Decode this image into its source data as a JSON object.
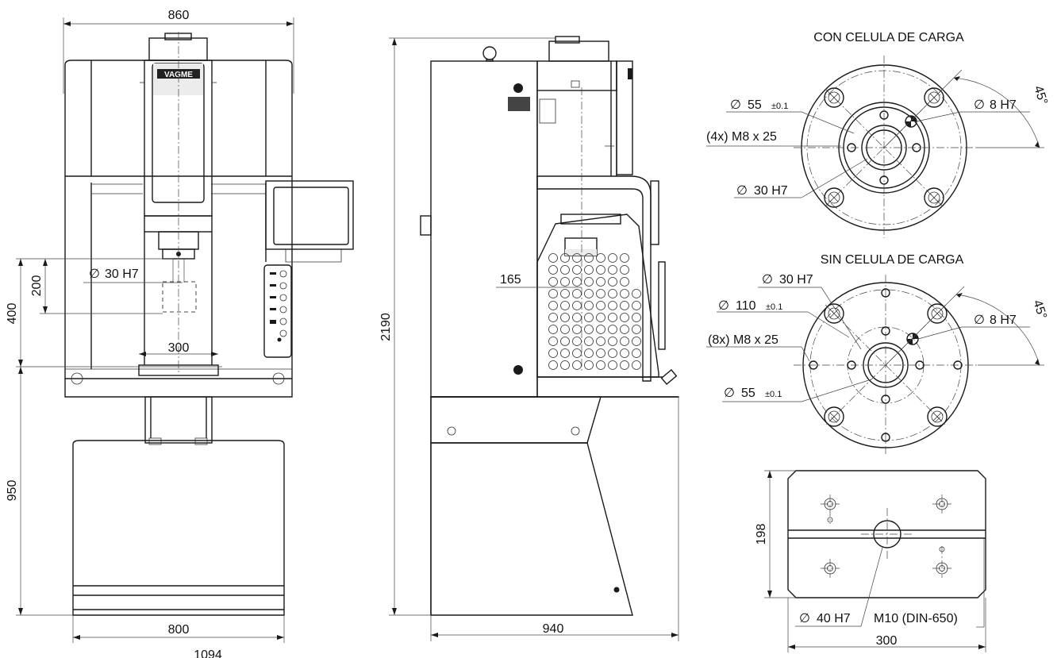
{
  "front_view": {
    "dim_top": "860",
    "brand": "VAGME",
    "hole_label": "30 H7",
    "dim_200": "200",
    "dim_400": "400",
    "dim_300": "300",
    "dim_950": "950",
    "dim_800": "800",
    "dim_1094": "1094"
  },
  "side_view": {
    "dim_2190": "2190",
    "dim_165": "165",
    "dim_940": "940"
  },
  "load_cell": {
    "title": "CON CELULA DE CARGA",
    "d55": "55",
    "d55_tol": "±0.1",
    "d8": "8 H7",
    "m8": "(4x) M8 x 25",
    "d30": "30 H7",
    "angle": "45°"
  },
  "no_load_cell": {
    "title": "SIN CELULA DE CARGA",
    "d30": "30 H7",
    "d110": "110",
    "d110_tol": "±0.1",
    "d8": "8 H7",
    "m8": "(8x) M8 x 25",
    "d55": "55",
    "d55_tol": "±0.1",
    "angle": "45°"
  },
  "table_plate": {
    "dim_198": "198",
    "d40": "40 H7",
    "m10": "M10 (DIN-650)",
    "dim_300": "300"
  },
  "symbols": {
    "diameter": "∅"
  }
}
